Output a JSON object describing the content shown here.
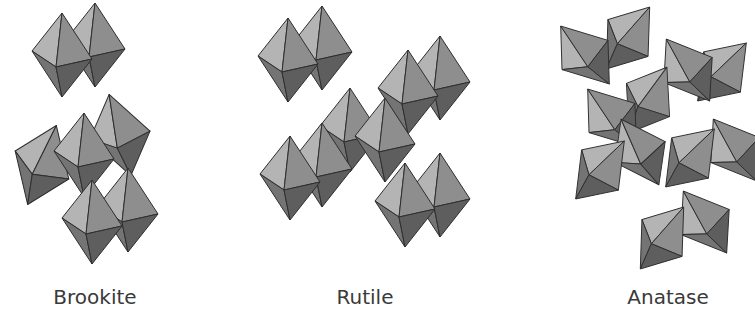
{
  "diagram": {
    "labels": [
      "Brookite",
      "Rutile",
      "Anatase"
    ]
  }
}
